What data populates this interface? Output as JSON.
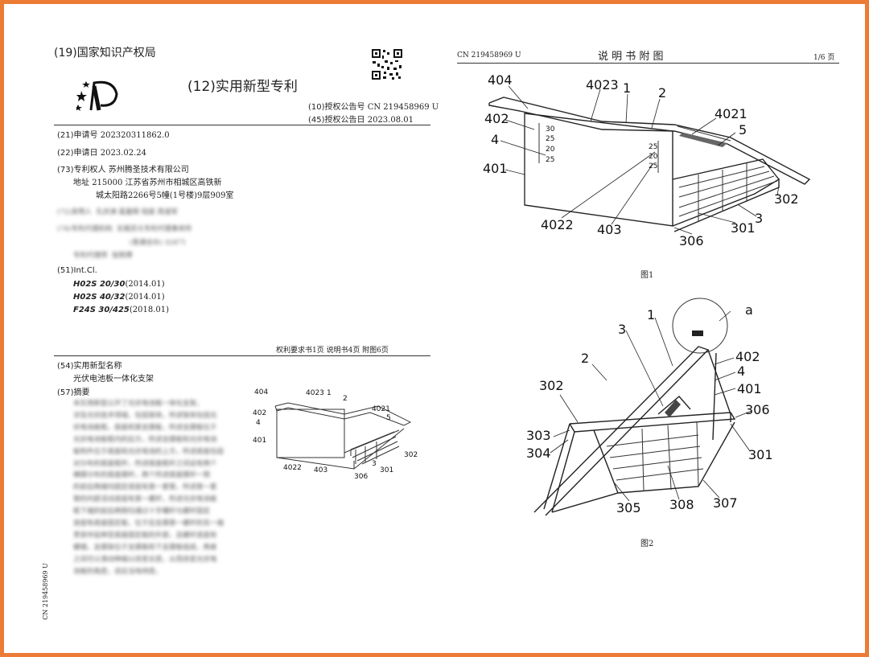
{
  "left": {
    "office": "(19)国家知识产权局",
    "patent_type": "(12)实用新型专利",
    "grant_no_label": "(10)授权公告号",
    "grant_no": "CN 219458969 U",
    "grant_date_label": "(45)授权公告日",
    "grant_date": "2023.08.01",
    "app_no_label": "(21)申请号",
    "app_no": "202320311862.0",
    "app_date_label": "(22)申请日",
    "app_date": "2023.02.24",
    "owner_label": "(73)专利权人",
    "owner": "苏州腾圣技术有限公司",
    "address_label": "地址",
    "address_1": "215000 江苏省苏州市相城区高铁新",
    "address_2": "城太阳路2266号5幢(1号楼)9层909室",
    "inventors_label": "(72)发明人",
    "inventors_blurred": "孔庆渊 葛嘉辉 陆骏 周道军",
    "agency_label": "(74)专利代理机构",
    "agency_blurred": "无锡苏元专利代理事务所",
    "agency_sub_blurred": "(普通合伙) 32471",
    "agent_label": "专利代理师",
    "agent_blurred": "张刚博",
    "intcl_label": "(51)Int.Cl.",
    "intcl": [
      {
        "code": "H02S 20/30",
        "year": "(2014.01)"
      },
      {
        "code": "H02S 40/32",
        "year": "(2014.01)"
      },
      {
        "code": "F24S 30/425",
        "year": "(2018.01)"
      }
    ],
    "pages_summary": "权利要求书1页  说明书4页  附图6页",
    "name_label": "(54)实用新型名称",
    "name": "光伏电池板一体化支架",
    "abstract_label": "(57)摘要",
    "abstract_blurred": [
      "本实用新型公开了光伏电池板一体化支架，",
      "涉及光伏技术领域，包括架体，所述架体包括光",
      "伏电池板框，底座和第支撑板，所述支撑板位于",
      "光伏电池板框内的后方，所述支撑板和光伏电池",
      "板构件位于底座和光伏电池的上方，所述底座包括",
      "对分布的底座框杆，所述底座框杆之间设有两个",
      "横撑分布的底座撑杆，两个所述底座撑杆一侧",
      "的前后两端均固定连接有第一套管，所述第一套",
      "管的内部活动连接有第一螺杆，所述光伏电池板",
      "框下端的前后两侧均通过十字槽杆与螺杆固定",
      "连接有底座固定板，位于后支撑第一螺杆的另一端",
      "贯穿并延伸至底座固定板的外部，且螺杆连接有",
      "螺帽，支撑架位于支撑板和下支撑板组成，两者",
      "之间可以滑动伸缩以改变长度，从而改变光伏电",
      "池板的角度，适应当地纬度。"
    ],
    "side_code": "CN 219458969 U"
  },
  "right": {
    "header_code": "CN 219458969 U",
    "header_title": "说 明 书 附 图",
    "header_page": "1/6 页",
    "fig1_caption": "图1",
    "fig2_caption": "图2",
    "fig1_labels": [
      "404",
      "4023",
      "1",
      "2",
      "402",
      "4021",
      "4",
      "5",
      "401",
      "302",
      "4022",
      "403",
      "3",
      "301",
      "306"
    ],
    "fig2_labels": [
      "1",
      "a",
      "3",
      "402",
      "2",
      "4",
      "401",
      "302",
      "306",
      "303",
      "304",
      "301",
      "305",
      "308",
      "307"
    ]
  }
}
